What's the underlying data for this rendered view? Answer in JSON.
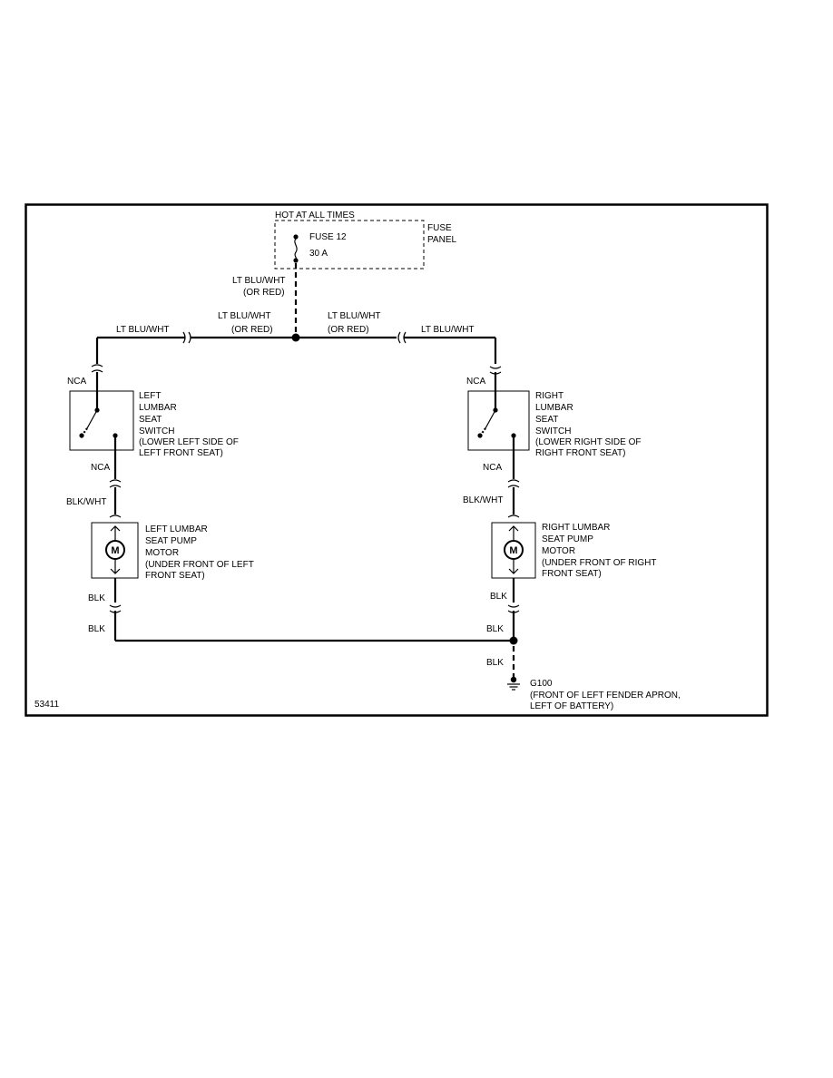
{
  "labels": {
    "hot_at_all_times": "HOT AT ALL TIMES",
    "fuse_name": "FUSE 12",
    "fuse_rating": "30 A",
    "fuse_panel_1": "FUSE",
    "fuse_panel_2": "PANEL",
    "feed_wire_1": "LT BLU/WHT",
    "feed_wire_2": "(OR RED)",
    "left_wire_mid_1": "LT BLU/WHT",
    "left_wire_mid_2": "(OR RED)",
    "right_wire_mid_1": "LT BLU/WHT",
    "right_wire_mid_2": "(OR RED)",
    "left_wire_outer": "LT BLU/WHT",
    "right_wire_outer": "LT BLU/WHT",
    "left_nca_top": "NCA",
    "right_nca_top": "NCA",
    "left_nca_bottom": "NCA",
    "right_nca_bottom": "NCA",
    "left_blkwht": "BLK/WHT",
    "right_blkwht": "BLK/WHT",
    "left_blk_1": "BLK",
    "left_blk_2": "BLK",
    "right_blk_1": "BLK",
    "right_blk_2": "BLK",
    "right_blk_3": "BLK",
    "ground_1": "G100",
    "ground_2": "(FRONT OF LEFT FENDER APRON,",
    "ground_3": "LEFT OF BATTERY)",
    "diagram_id": "53411"
  },
  "left_switch": [
    "LEFT",
    "LUMBAR",
    "SEAT",
    "SWITCH",
    "(LOWER LEFT SIDE OF",
    "LEFT FRONT SEAT)"
  ],
  "right_switch": [
    "RIGHT",
    "LUMBAR",
    "SEAT",
    "SWITCH",
    "(LOWER RIGHT SIDE OF",
    "RIGHT FRONT SEAT)"
  ],
  "left_motor": [
    "LEFT LUMBAR",
    "SEAT PUMP",
    "MOTOR",
    "(UNDER FRONT OF LEFT",
    "FRONT SEAT)"
  ],
  "right_motor": [
    "RIGHT LUMBAR",
    "SEAT PUMP",
    "MOTOR",
    "(UNDER FRONT OF RIGHT",
    "FRONT SEAT)"
  ],
  "motor_symbol": "M"
}
